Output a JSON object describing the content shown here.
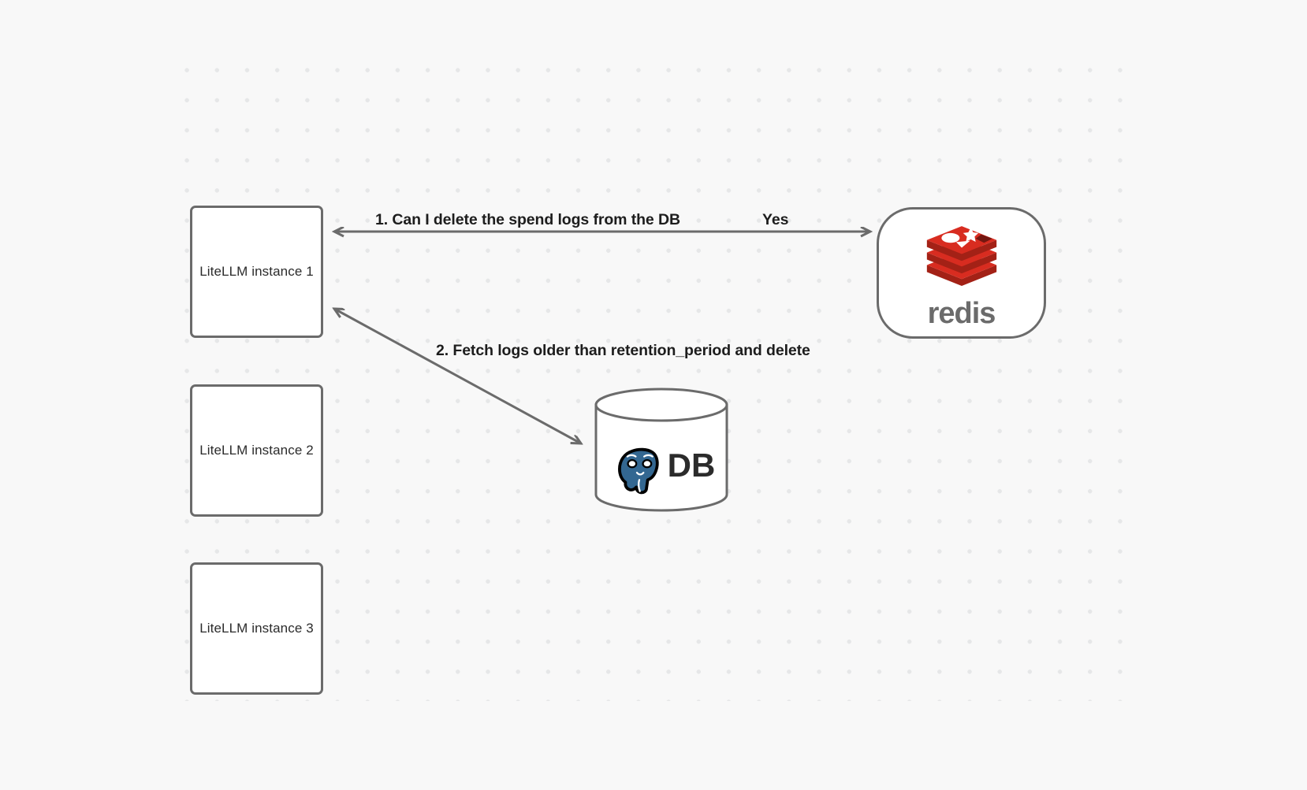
{
  "canvas": {
    "background_color": "#f8f8f8",
    "grid_dot_color": "#e6e7e8"
  },
  "nodes": {
    "instance_1": {
      "label": "LiteLLM instance 1"
    },
    "instance_2": {
      "label": "LiteLLM instance 2"
    },
    "instance_3": {
      "label": "LiteLLM instance 3"
    },
    "redis": {
      "label": "redis",
      "icon": "redis-logo-icon",
      "logo_color": "#d82c20",
      "text_color": "#6b6b6b"
    },
    "database": {
      "label": "DB",
      "icon": "postgresql-elephant-icon",
      "elephant_color": "#336791",
      "shape": "cylinder"
    }
  },
  "edges": [
    {
      "name": "instance1-to-redis",
      "label": "1.  Can I delete the spend logs from the DB",
      "reply_label": "Yes",
      "from": "LiteLLM instance 1",
      "to": "redis"
    },
    {
      "name": "instance1-to-db",
      "label": "2.  Fetch logs older than retention_period and delete",
      "from": "LiteLLM instance 1",
      "to": "DB"
    }
  ],
  "stroke": {
    "node_border_color": "#6b6b6b",
    "arrow_color": "#6b6b6b"
  }
}
